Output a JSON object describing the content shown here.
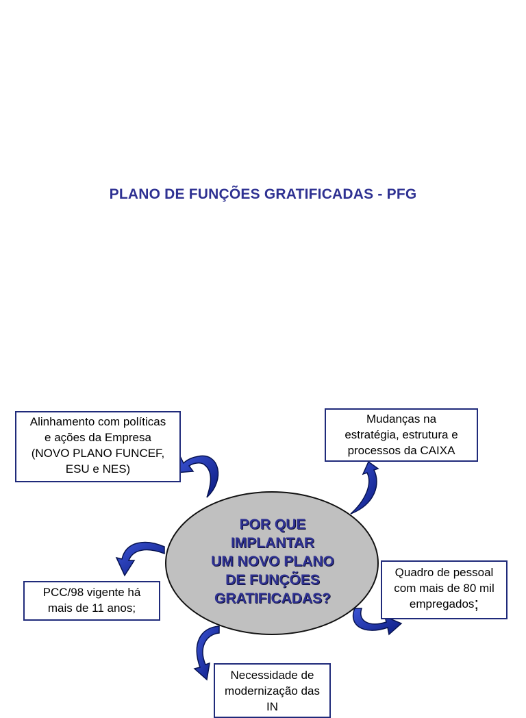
{
  "title": "PLANO DE FUNÇÕES GRATIFICADAS - PFG",
  "center": {
    "lines": [
      "POR QUE",
      "IMPLANTAR",
      "UM NOVO PLANO",
      "DE FUNÇÕES",
      "GRATIFICADAS?"
    ]
  },
  "boxes": {
    "alinhamento": [
      "Alinhamento com políticas",
      "e ações da Empresa",
      "(NOVO PLANO FUNCEF,",
      "ESU e NES)"
    ],
    "mudancas": [
      "Mudanças na",
      "estratégia, estrutura e",
      "processos da CAIXA"
    ],
    "quadro": [
      "Quadro de pessoal",
      "com mais de 80 mil",
      "empregados"
    ],
    "quadro_suffix": ";",
    "pcc": [
      "PCC/98 vigente há",
      "mais de 11 anos;"
    ],
    "necessidade": [
      "Necessidade de",
      "modernização das",
      "IN"
    ]
  },
  "colors": {
    "title": "#2e3192",
    "arrow": "#0d1f8c",
    "ellipse_fill": "#c0c0c0",
    "box_border": "#1f2a7a"
  },
  "icons": {
    "arrow": "curved-arrow-icon"
  }
}
